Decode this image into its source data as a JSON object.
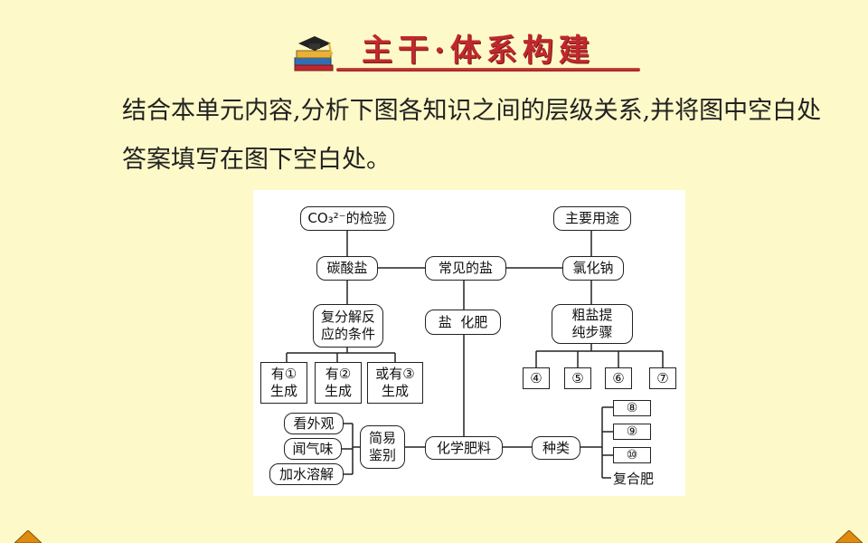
{
  "header": {
    "title": "主干·体系构建",
    "icon": "graduation-book-icon"
  },
  "intro_text": "结合本单元内容,分析下图各知识之间的层级关系,并将图中空白处答案填写在图下空白处。",
  "diagram": {
    "co3_test": "CO₃²⁻的检验",
    "carbonate": "碳酸盐",
    "common_salt": "常见的盐",
    "main_use": "主要用途",
    "nacl": "氯化钠",
    "double_decomp": "复分解反应的条件",
    "salt_fertilizer": "盐  化肥",
    "crude_salt": "粗盐提纯步骤",
    "cond1": "有①生成",
    "cond2": "有②生成",
    "cond3": "或有③生成",
    "step4": "④",
    "step5": "⑤",
    "step6": "⑥",
    "step7": "⑦",
    "look": "看外观",
    "smell": "闻气味",
    "dissolve": "加水溶解",
    "simple_id": "简易鉴别",
    "chem_fert": "化学肥料",
    "kinds": "种类",
    "k8": "⑧",
    "k9": "⑨",
    "k10": "⑩",
    "compound": "复合肥"
  },
  "colors": {
    "background": "#fdf9c8",
    "title": "#c0282e",
    "nav_arrow": "#e08a10"
  }
}
